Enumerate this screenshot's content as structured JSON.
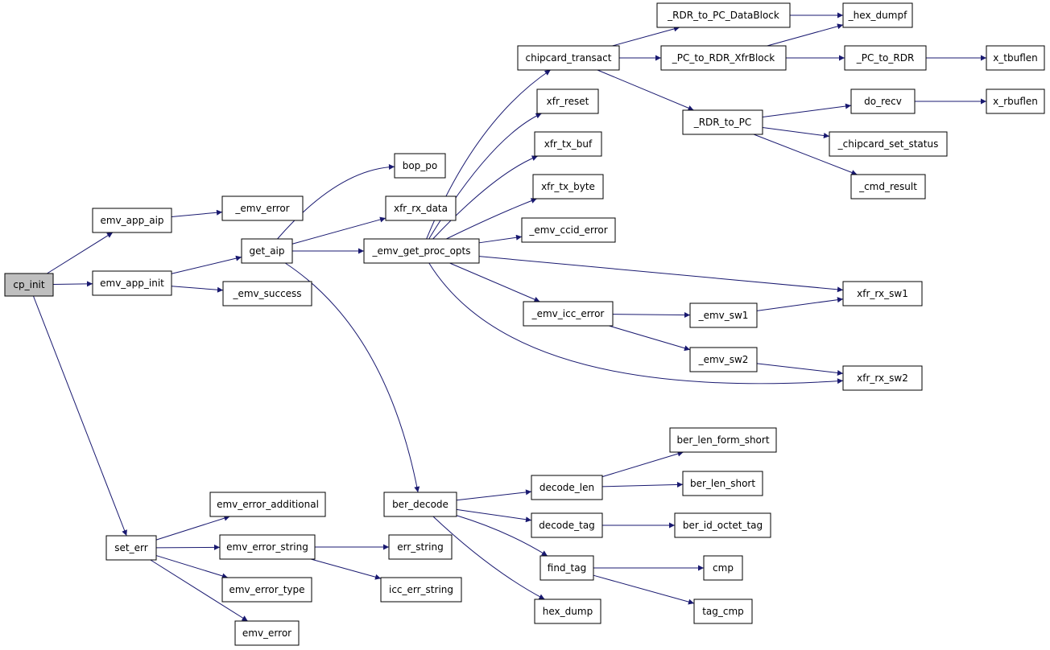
{
  "colors": {
    "edge": "#191970",
    "root_fill": "#bfbfbf",
    "node_fill": "#ffffff",
    "border": "#000000"
  },
  "nodes": {
    "cp_init": {
      "label": "cp_init",
      "root": true
    },
    "emv_app_aip": {
      "label": "emv_app_aip"
    },
    "emv_app_init": {
      "label": "emv_app_init"
    },
    "set_err": {
      "label": "set_err"
    },
    "_emv_error": {
      "label": "_emv_error"
    },
    "get_aip": {
      "label": "get_aip"
    },
    "_emv_success": {
      "label": "_emv_success"
    },
    "emv_error_additional": {
      "label": "emv_error_additional"
    },
    "emv_error_string": {
      "label": "emv_error_string"
    },
    "emv_error_type": {
      "label": "emv_error_type"
    },
    "emv_error": {
      "label": "emv_error"
    },
    "bop_po": {
      "label": "bop_po"
    },
    "xfr_rx_data": {
      "label": "xfr_rx_data"
    },
    "_emv_get_proc_opts": {
      "label": "_emv_get_proc_opts"
    },
    "ber_decode": {
      "label": "ber_decode"
    },
    "err_string": {
      "label": "err_string"
    },
    "icc_err_string": {
      "label": "icc_err_string"
    },
    "chipcard_transact": {
      "label": "chipcard_transact"
    },
    "xfr_reset": {
      "label": "xfr_reset"
    },
    "xfr_tx_buf": {
      "label": "xfr_tx_buf"
    },
    "xfr_tx_byte": {
      "label": "xfr_tx_byte"
    },
    "_emv_ccid_error": {
      "label": "_emv_ccid_error"
    },
    "_emv_icc_error": {
      "label": "_emv_icc_error"
    },
    "decode_len": {
      "label": "decode_len"
    },
    "decode_tag": {
      "label": "decode_tag"
    },
    "find_tag": {
      "label": "find_tag"
    },
    "hex_dump": {
      "label": "hex_dump"
    },
    "_RDR_to_PC_DataBlock": {
      "label": "_RDR_to_PC_DataBlock"
    },
    "_PC_to_RDR_XfrBlock": {
      "label": "_PC_to_RDR_XfrBlock"
    },
    "_RDR_to_PC": {
      "label": "_RDR_to_PC"
    },
    "_emv_sw1": {
      "label": "_emv_sw1"
    },
    "_emv_sw2": {
      "label": "_emv_sw2"
    },
    "ber_len_form_short": {
      "label": "ber_len_form_short"
    },
    "ber_len_short": {
      "label": "ber_len_short"
    },
    "ber_id_octet_tag": {
      "label": "ber_id_octet_tag"
    },
    "cmp": {
      "label": "cmp"
    },
    "tag_cmp": {
      "label": "tag_cmp"
    },
    "_hex_dumpf": {
      "label": "_hex_dumpf"
    },
    "_PC_to_RDR": {
      "label": "_PC_to_RDR"
    },
    "do_recv": {
      "label": "do_recv"
    },
    "_chipcard_set_status": {
      "label": "_chipcard_set_status"
    },
    "_cmd_result": {
      "label": "_cmd_result"
    },
    "xfr_rx_sw1": {
      "label": "xfr_rx_sw1"
    },
    "xfr_rx_sw2": {
      "label": "xfr_rx_sw2"
    },
    "x_tbuflen": {
      "label": "x_tbuflen"
    },
    "x_rbuflen": {
      "label": "x_rbuflen"
    }
  },
  "edges": [
    [
      "cp_init",
      "emv_app_aip"
    ],
    [
      "cp_init",
      "emv_app_init"
    ],
    [
      "cp_init",
      "set_err"
    ],
    [
      "emv_app_aip",
      "_emv_error"
    ],
    [
      "emv_app_init",
      "get_aip"
    ],
    [
      "emv_app_init",
      "_emv_success"
    ],
    [
      "get_aip",
      "bop_po"
    ],
    [
      "get_aip",
      "xfr_rx_data"
    ],
    [
      "get_aip",
      "_emv_get_proc_opts"
    ],
    [
      "get_aip",
      "ber_decode"
    ],
    [
      "_emv_get_proc_opts",
      "chipcard_transact"
    ],
    [
      "_emv_get_proc_opts",
      "xfr_reset"
    ],
    [
      "_emv_get_proc_opts",
      "xfr_tx_buf"
    ],
    [
      "_emv_get_proc_opts",
      "xfr_tx_byte"
    ],
    [
      "_emv_get_proc_opts",
      "_emv_ccid_error"
    ],
    [
      "_emv_get_proc_opts",
      "_emv_icc_error"
    ],
    [
      "_emv_get_proc_opts",
      "xfr_rx_sw1"
    ],
    [
      "_emv_get_proc_opts",
      "xfr_rx_sw2"
    ],
    [
      "chipcard_transact",
      "_RDR_to_PC_DataBlock"
    ],
    [
      "chipcard_transact",
      "_PC_to_RDR_XfrBlock"
    ],
    [
      "chipcard_transact",
      "_RDR_to_PC"
    ],
    [
      "_RDR_to_PC_DataBlock",
      "_hex_dumpf"
    ],
    [
      "_PC_to_RDR_XfrBlock",
      "_hex_dumpf"
    ],
    [
      "_PC_to_RDR_XfrBlock",
      "_PC_to_RDR"
    ],
    [
      "_PC_to_RDR",
      "x_tbuflen"
    ],
    [
      "_RDR_to_PC",
      "do_recv"
    ],
    [
      "_RDR_to_PC",
      "_chipcard_set_status"
    ],
    [
      "_RDR_to_PC",
      "_cmd_result"
    ],
    [
      "do_recv",
      "x_rbuflen"
    ],
    [
      "_emv_icc_error",
      "_emv_sw1"
    ],
    [
      "_emv_icc_error",
      "_emv_sw2"
    ],
    [
      "_emv_sw1",
      "xfr_rx_sw1"
    ],
    [
      "_emv_sw2",
      "xfr_rx_sw2"
    ],
    [
      "ber_decode",
      "decode_len"
    ],
    [
      "ber_decode",
      "decode_tag"
    ],
    [
      "ber_decode",
      "find_tag"
    ],
    [
      "ber_decode",
      "hex_dump"
    ],
    [
      "decode_len",
      "ber_len_form_short"
    ],
    [
      "decode_len",
      "ber_len_short"
    ],
    [
      "decode_tag",
      "ber_id_octet_tag"
    ],
    [
      "find_tag",
      "cmp"
    ],
    [
      "find_tag",
      "tag_cmp"
    ],
    [
      "set_err",
      "emv_error_additional"
    ],
    [
      "set_err",
      "emv_error_string"
    ],
    [
      "set_err",
      "emv_error_type"
    ],
    [
      "set_err",
      "emv_error"
    ],
    [
      "emv_error_string",
      "err_string"
    ],
    [
      "emv_error_string",
      "icc_err_string"
    ]
  ]
}
